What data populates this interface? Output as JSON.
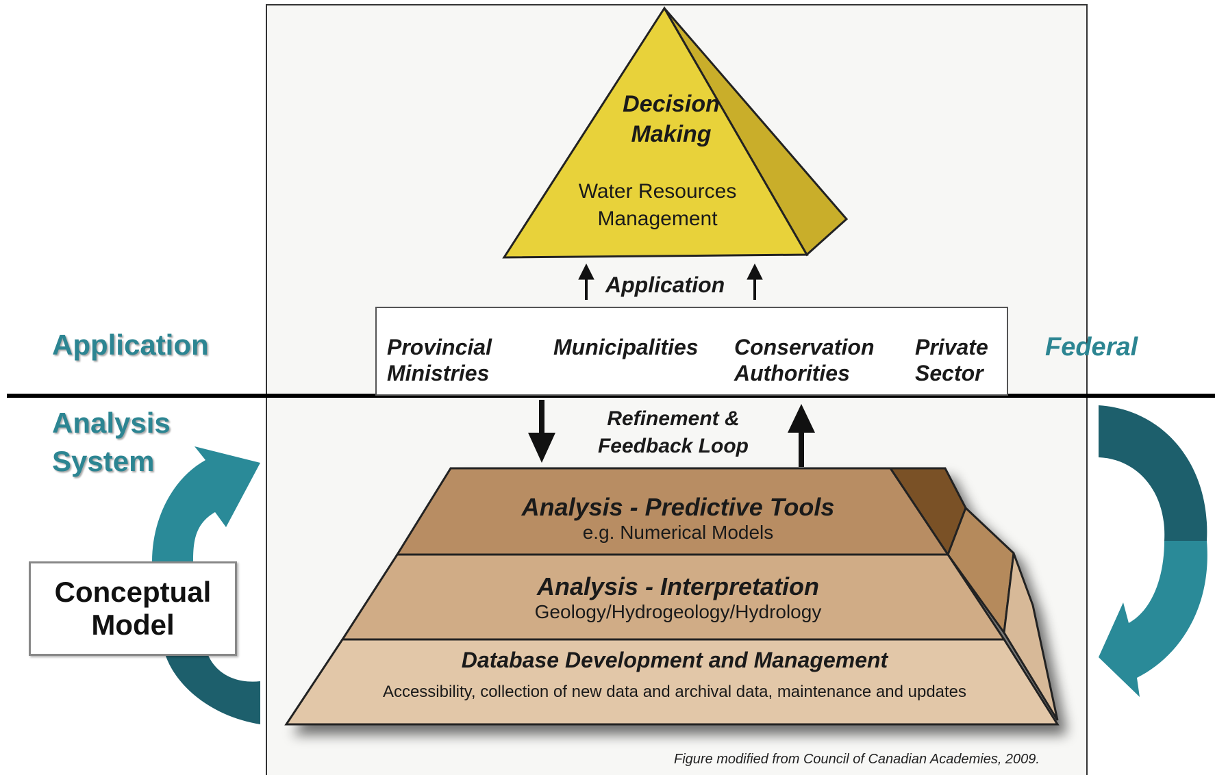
{
  "left_labels": {
    "application": "Application",
    "analysis_system": [
      "Analysis",
      "System"
    ]
  },
  "right_label": "Federal",
  "concept_box": [
    "Conceptual",
    "Model"
  ],
  "pyramid": {
    "top_title": [
      "Decision",
      "Making"
    ],
    "top_subtitle": [
      "Water Resources",
      "Management"
    ],
    "application_arrow_label": "Application",
    "feedback_label": [
      "Refinement &",
      "Feedback Loop"
    ]
  },
  "agencies": [
    {
      "line1": "Provincial",
      "line2": "Ministries"
    },
    {
      "line1": "Municipalities",
      "line2": ""
    },
    {
      "line1": "Conservation",
      "line2": "Authorities"
    },
    {
      "line1": "Private",
      "line2": "Sector"
    }
  ],
  "levels": [
    {
      "title": "Analysis - Predictive Tools",
      "subtitle": "e.g. Numerical Models"
    },
    {
      "title": "Analysis - Interpretation",
      "subtitle": "Geology/Hydrogeology/Hydrology"
    },
    {
      "title": "Database Development and Management",
      "subtitle": "Accessibility, collection of new data and archival data, maintenance and updates"
    }
  ],
  "caption": "Figure modified from Council of Canadian Academies, 2009.",
  "colors": {
    "teal_label": "#2c8592",
    "teal_arrow_light": "#2a8a98",
    "teal_arrow_dark": "#1d5f6c",
    "pyramid_yellow": "#e8d23a",
    "level1": "#b88d63",
    "level2": "#d0ac86",
    "level3": "#e2c7a8"
  }
}
